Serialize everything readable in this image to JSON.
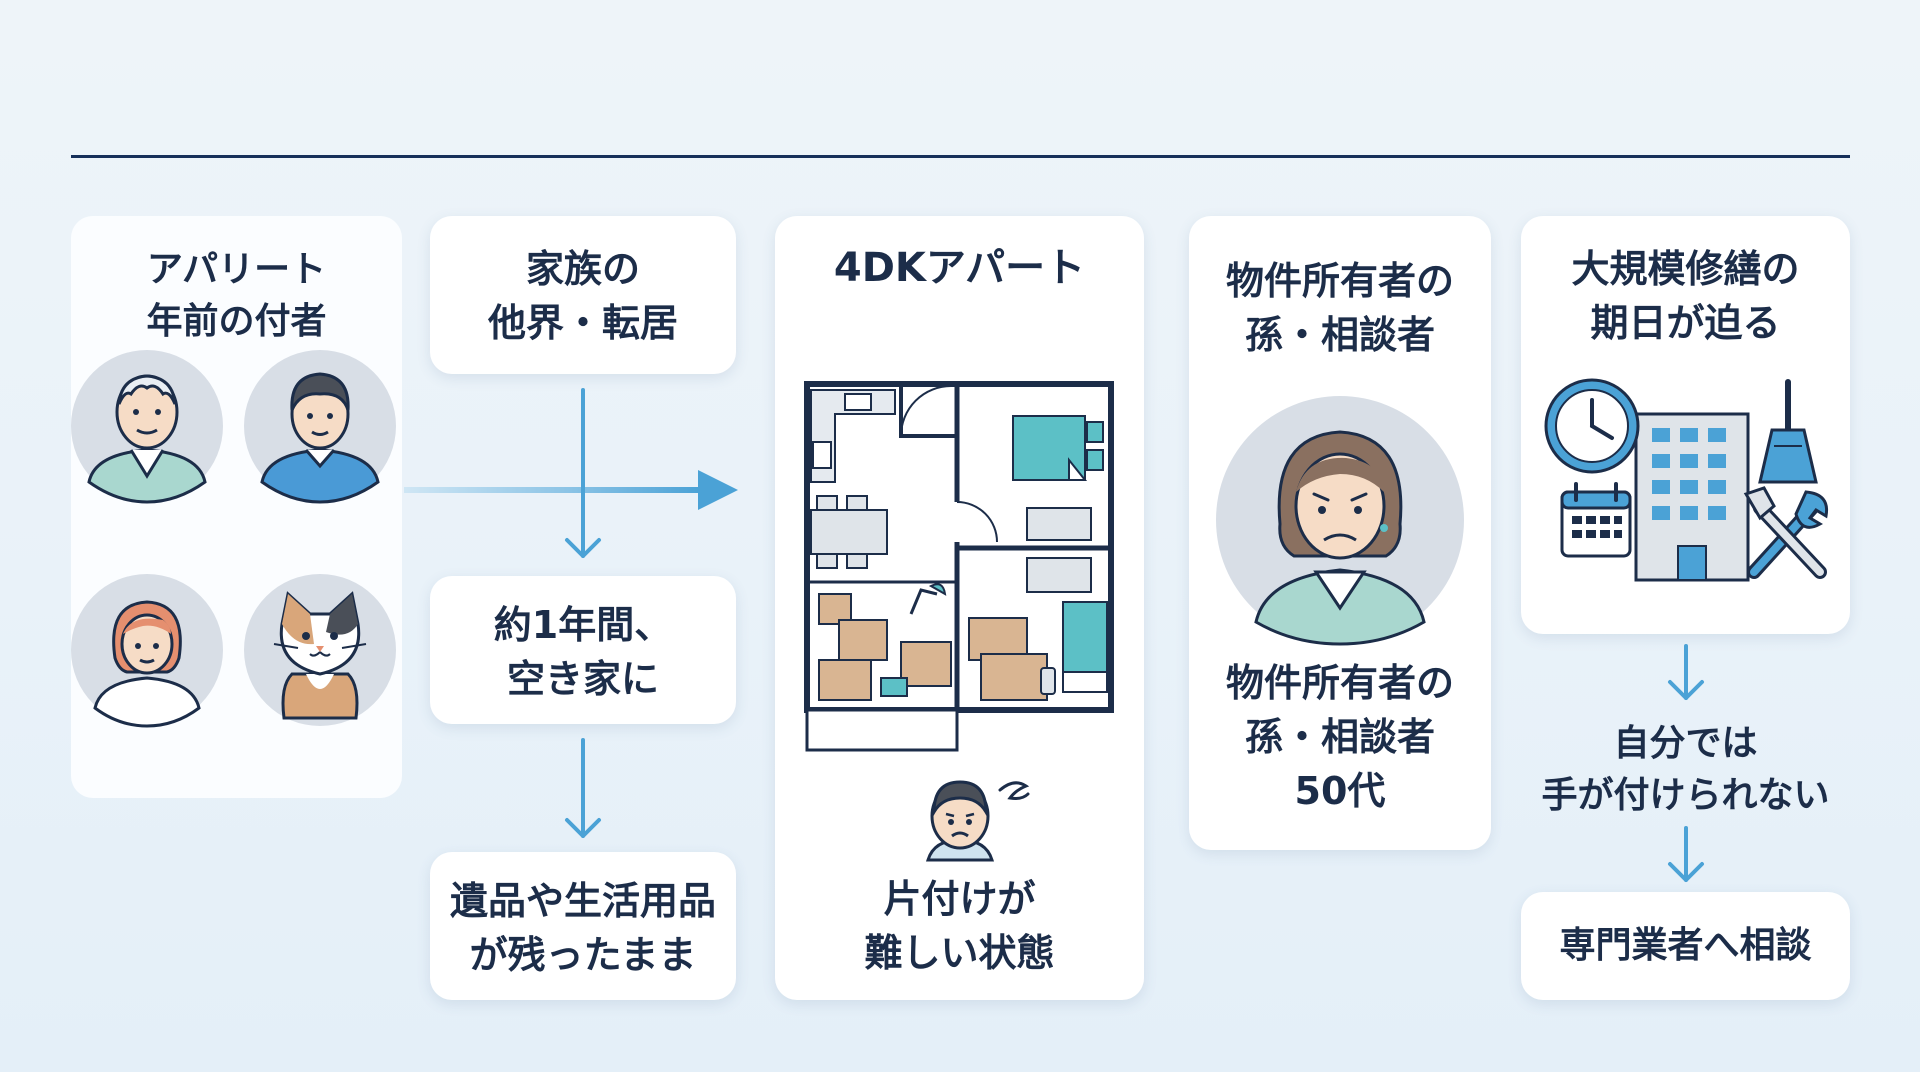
{
  "colors": {
    "navy": "#16305a",
    "arrow": "#4ba2d6",
    "teal": "#5cc0c6",
    "box": "#d9b592",
    "avatar_bg": "#d8dee6"
  },
  "icons": [
    "elderly-man-icon",
    "man-icon",
    "woman-icon",
    "cat-icon",
    "floor-plan-icon",
    "worried-face-icon",
    "worried-woman-icon",
    "clock-icon",
    "building-icon",
    "calendar-icon",
    "broom-icon",
    "tools-icon"
  ],
  "residents": {
    "label": "アパリート\n年前の付者"
  },
  "event": {
    "label": "家族の\n他界・転居"
  },
  "vacancy": {
    "label": "約1年間、\n空き家に"
  },
  "leftover": {
    "label": "遺品や生活用品\nが残ったまま"
  },
  "apartment": {
    "title": "4DKアパート",
    "status": "片付けが\n難しい状態"
  },
  "owner": {
    "title": "物件所有者の\n孫・相談者",
    "caption": "物件所有者の\n孫・相談者\n50代"
  },
  "repair": {
    "title": "大規模修繕の\n期日が迫る",
    "cannot": "自分では\n手が付けられない",
    "consult": "専門業者へ相談"
  }
}
